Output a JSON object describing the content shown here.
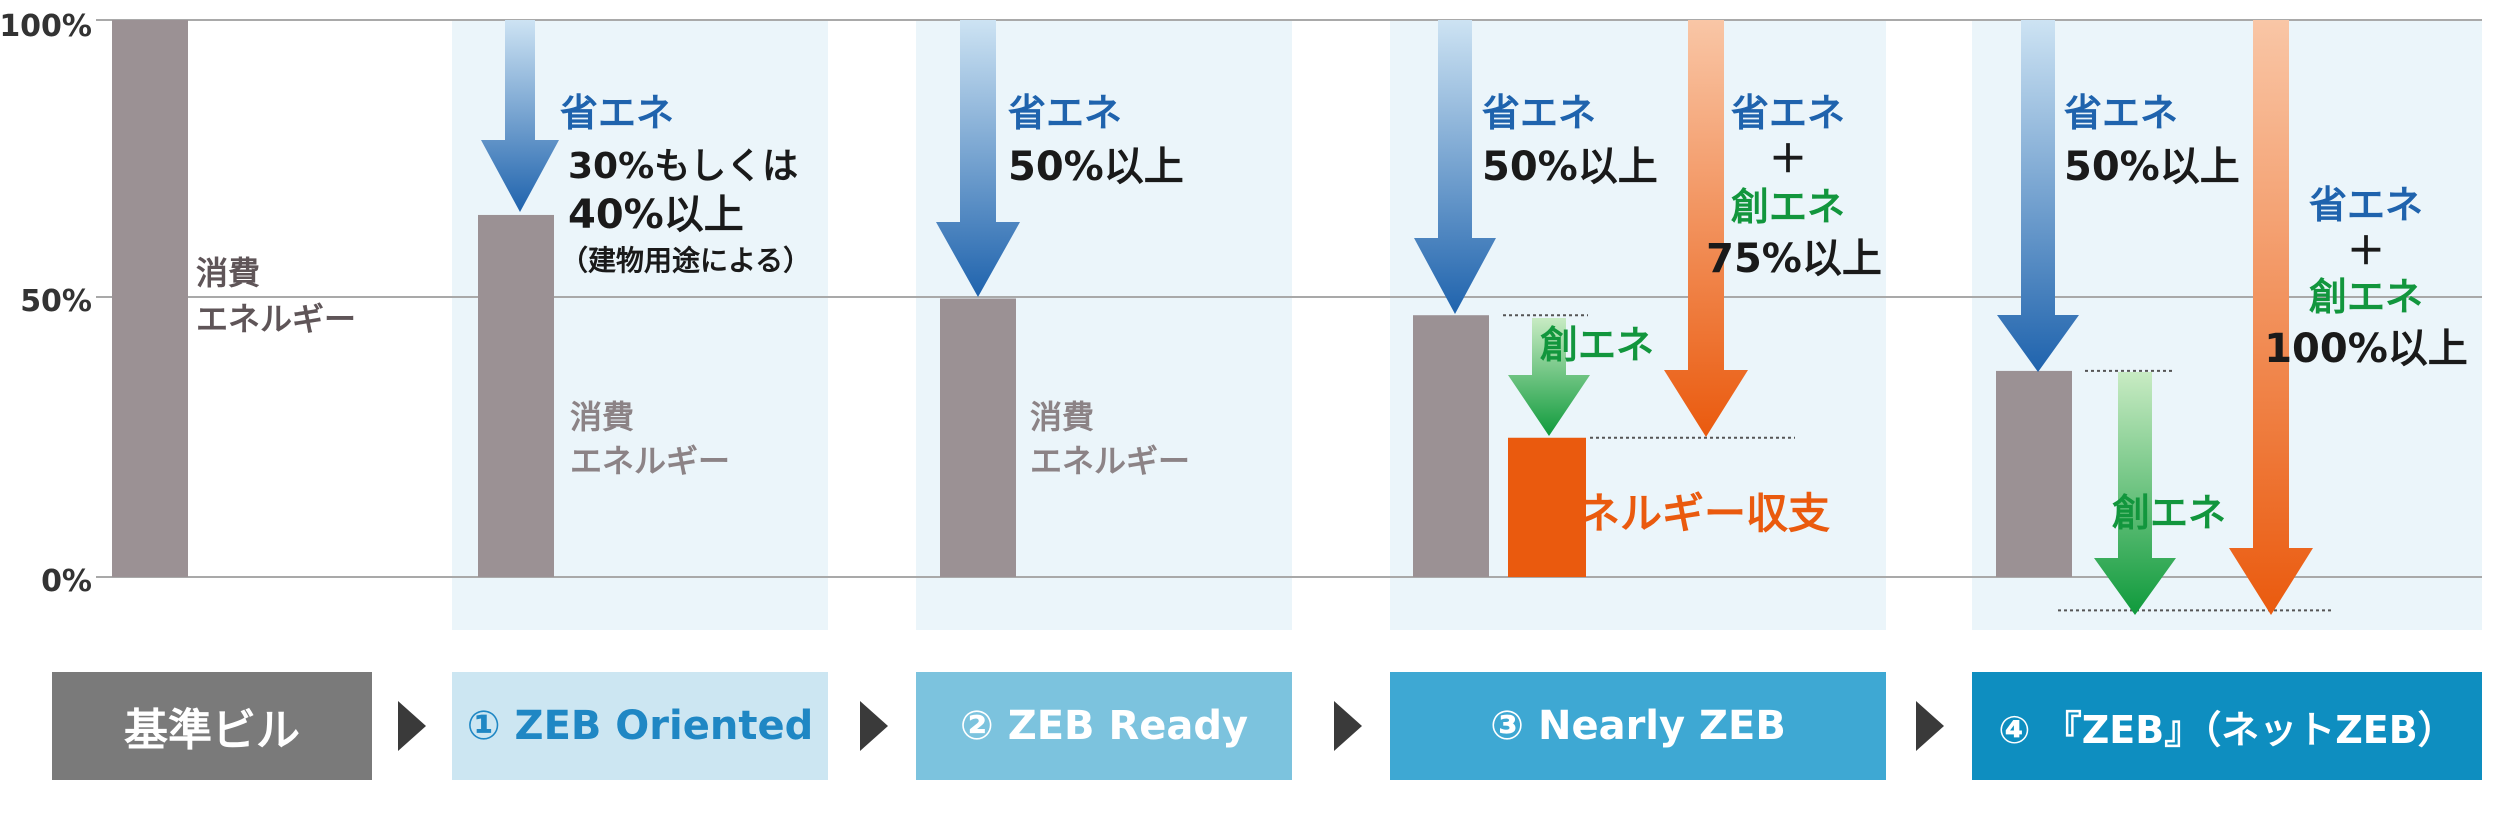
{
  "colors": {
    "bar": "#9b9194",
    "blue_dark": "#1f63ad",
    "blue_light": "#cde3f3",
    "orange_dark": "#ea5a0e",
    "orange_light": "#f9c6a6",
    "green_dark": "#0f9a3c",
    "green_light": "#c8ebc3",
    "panel_bg": "#ebf5fa",
    "stage_gray": "#7a7a7a",
    "stage_1": "#cce6f2",
    "stage_2": "#7cc3de",
    "stage_3": "#3ea8d3",
    "stage_4": "#0e8ec0",
    "text_blue": "#1f63ad",
    "text_green": "#12963d",
    "text_orange": "#ea5a0e",
    "text_gray": "#5f5558"
  },
  "chart_data": {
    "type": "bar",
    "y_ticks": [
      {
        "label": "100%",
        "value": 100
      },
      {
        "label": "50%",
        "value": 50
      },
      {
        "label": "0%",
        "value": 0
      }
    ],
    "ylim": [
      0,
      100
    ],
    "grid": true,
    "categories": [
      "基準ビル",
      "① ZEB Oriented",
      "② ZEB Ready",
      "③ Nearly ZEB",
      "④ 『ZEB』（ネットZEB）"
    ],
    "energy_consumption": [
      100,
      65,
      50,
      47,
      37
    ],
    "energy_balance_nearly_zeb": 25,
    "energy_balance_zeb": -6,
    "consumption_label": [
      "消費",
      "エネルギー"
    ],
    "balance_label": "エネルギー収支",
    "annotations": {
      "oriented": {
        "title": "省エネ",
        "lines": [
          "30%もしくは",
          "40%以上"
        ],
        "note": "（建物用途による）"
      },
      "ready": {
        "title": "省エネ",
        "value": "50%以上"
      },
      "nearly_saving": {
        "title": "省エネ",
        "value": "50%以上"
      },
      "nearly_creation": "創エネ",
      "nearly_combined": {
        "a": "省エネ",
        "plus": "＋",
        "b": "創エネ",
        "value": "75%以上"
      },
      "zeb_saving": {
        "title": "省エネ",
        "value": "50%以上"
      },
      "zeb_creation": "創エネ",
      "zeb_combined": {
        "a": "省エネ",
        "plus": "＋",
        "b": "創エネ",
        "value": "100%以上"
      }
    }
  },
  "stages": [
    {
      "label": "基準ビル"
    },
    {
      "label": "① ZEB Oriented"
    },
    {
      "label": "② ZEB Ready"
    },
    {
      "label": "③ Nearly ZEB"
    },
    {
      "label": "④ 『ZEB』（ネットZEB）"
    }
  ]
}
